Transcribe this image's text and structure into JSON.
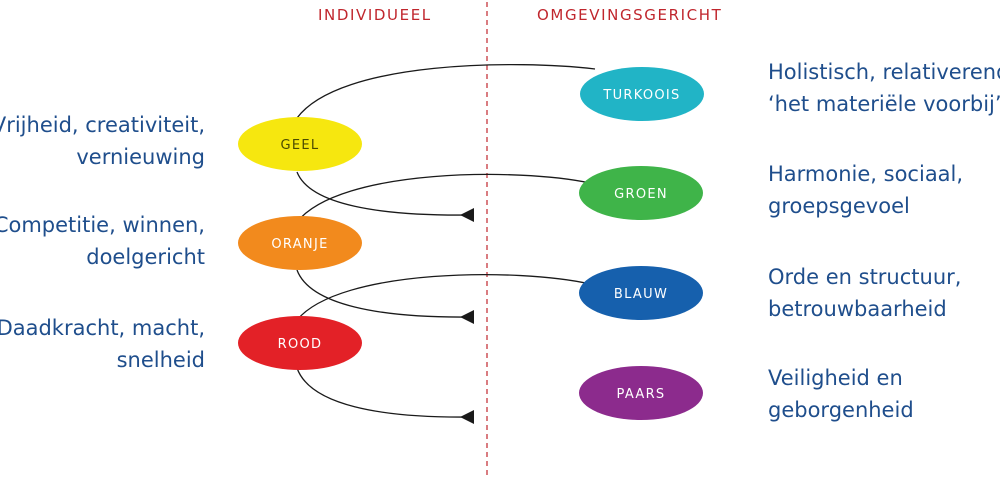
{
  "headers": {
    "left": "INDIVIDUEEL",
    "right": "OMGEVINGSGERICHT"
  },
  "colors": {
    "turkoois": "#21b4c6",
    "geel": "#f6e70f",
    "groen": "#3fb449",
    "oranje": "#f28a1d",
    "blauw": "#1660ad",
    "rood": "#e32127",
    "paars": "#8c2b8d",
    "header": "#c0262d",
    "text": "#1f4e8c"
  },
  "levels": {
    "turkoois": {
      "label": "TURKOOIS",
      "desc1": "Holistisch, relativerend",
      "desc2": "‘het materiële voorbij’"
    },
    "geel": {
      "label": "GEEL",
      "desc1": "Vrijheid, creativiteit,",
      "desc2": "vernieuwing"
    },
    "groen": {
      "label": "GROEN",
      "desc1": "Harmonie, sociaal,",
      "desc2": "groepsgevoel"
    },
    "oranje": {
      "label": "ORANJE",
      "desc1": "Competitie, winnen,",
      "desc2": "doelgericht"
    },
    "blauw": {
      "label": "BLAUW",
      "desc1": "Orde en structuur,",
      "desc2": "betrouwbaarheid"
    },
    "rood": {
      "label": "ROOD",
      "desc1": "Daadkracht, macht,",
      "desc2": "snelheid"
    },
    "paars": {
      "label": "PAARS",
      "desc1": "Veiligheid en",
      "desc2": "geborgenheid"
    }
  }
}
